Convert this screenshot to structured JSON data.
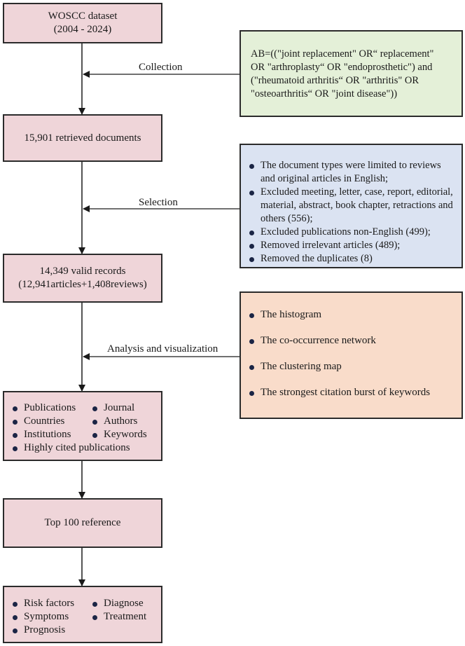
{
  "nodes": {
    "dataset": {
      "lines": [
        "WOSCC dataset",
        "(2004 - 2024)"
      ]
    },
    "query": {
      "lines": [
        "AB=((\"joint replacement\" OR“ replacement\"",
        "OR \"arthroplasty“ OR \"endoprosthetic\") and",
        "(\"rheumatoid arthritis“ OR \"arthritis\" OR",
        "\"osteoarthritis“ OR \"joint disease\"))"
      ]
    },
    "retrieved": {
      "text": "15,901 retrieved documents"
    },
    "criteria": {
      "items": [
        "The document types were limited to reviews and original articles in English;",
        "Excluded meeting, letter, case, report, editorial, material, abstract, book chapter, retractions and others (556);",
        "Excluded publications non-English (499);",
        "Removed irrelevant articles (489);",
        "Removed the duplicates (8)"
      ]
    },
    "valid": {
      "lines": [
        "14,349 valid records",
        "(12,941articles+1,408reviews)"
      ]
    },
    "methods": {
      "items": [
        "The histogram",
        "The co-occurrence network",
        "The clustering map",
        "The strongest citation burst of keywords"
      ]
    },
    "analysis": {
      "items": [
        "Publications",
        "Journal",
        "Countries",
        "Authors",
        "Institutions",
        "Keywords"
      ],
      "wide_item": "Highly cited publications"
    },
    "top100": {
      "text": "Top 100 reference"
    },
    "topics": {
      "items": [
        "Risk factors",
        "Diagnose",
        "Symptoms",
        "Treatment"
      ],
      "wide_item": "Prognosis"
    }
  },
  "edges": {
    "collection": "Collection",
    "selection": "Selection",
    "analysis": "Analysis and visualization"
  },
  "colors": {
    "pink": "#efd5d9",
    "green": "#e4f0d8",
    "blue": "#dbe3f2",
    "peach": "#f9dcca",
    "border": "#2b2b2b",
    "bullet": "#1b2545"
  }
}
